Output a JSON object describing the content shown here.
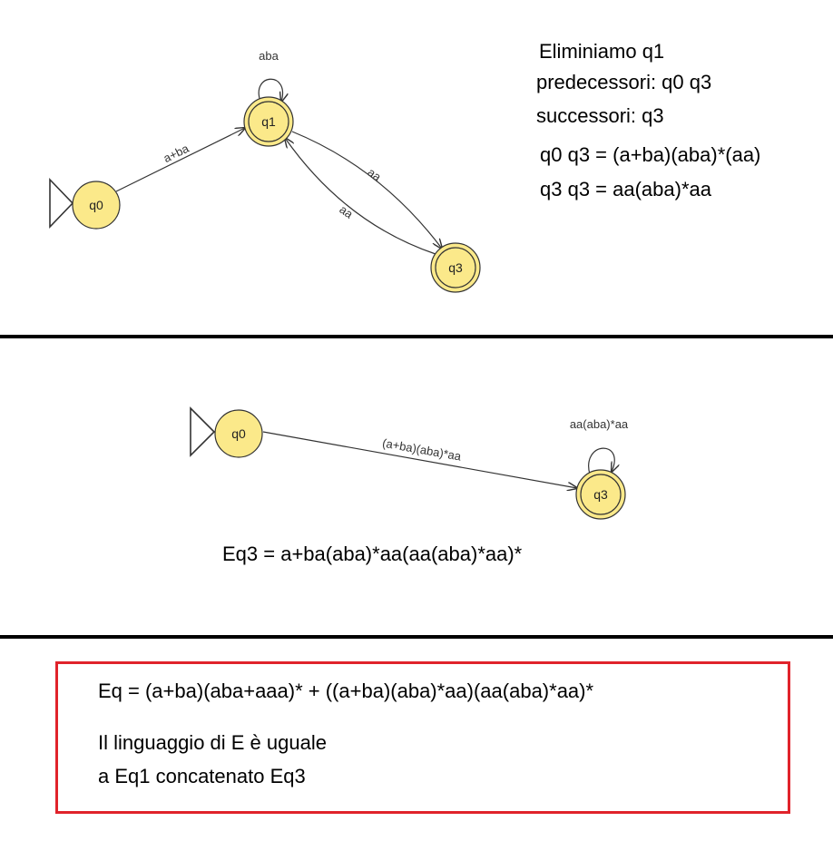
{
  "section1": {
    "states": {
      "q0": "q0",
      "q1": "q1",
      "q3": "q3"
    },
    "edges": {
      "q0_q1": "a+ba",
      "q1_loop": "aba",
      "q1_q3": "aa",
      "q3_q1": "aa"
    },
    "notes": {
      "line1": "Eliminiamo q1",
      "line2": "predecessori: q0 q3",
      "line3": "successori: q3",
      "line4": "q0 q3 = (a+ba)(aba)*(aa)",
      "line5": "q3 q3 = aa(aba)*aa"
    }
  },
  "section2": {
    "states": {
      "q0": "q0",
      "q3": "q3"
    },
    "edges": {
      "q0_q3": "(a+ba)(aba)*aa",
      "q3_loop": "aa(aba)*aa"
    },
    "equation": "Eq3 = a+ba(aba)*aa(aa(aba)*aa)*"
  },
  "section3": {
    "equation": "Eq = (a+ba)(aba+aaa)* + ((a+ba)(aba)*aa)(aa(aba)*aa)*",
    "statement_line1": "Il linguaggio di E è uguale",
    "statement_line2": "a Eq1 concatenato Eq3"
  },
  "colors": {
    "state_fill": "#fbe98a",
    "state_stroke": "#333333",
    "box_border": "#e0232b"
  }
}
